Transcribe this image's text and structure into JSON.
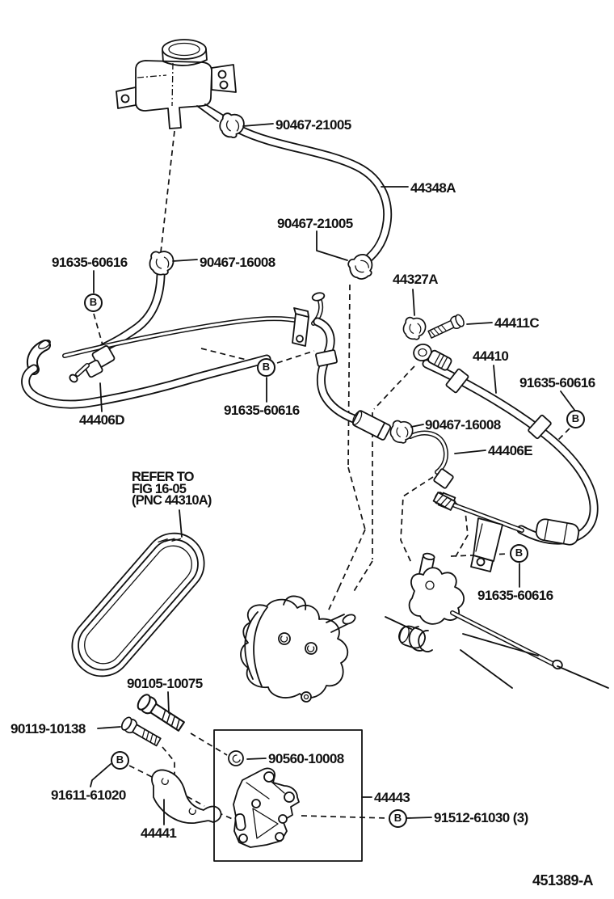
{
  "page": {
    "background": "#ffffff",
    "line_color": "#111111"
  },
  "figure": {
    "code": "451389-A"
  },
  "note": {
    "line1": "REFER TO",
    "line2": "FIG 16-05",
    "line3": "(PNC 44310A)"
  },
  "labels": {
    "clamp_top": "90467-21005",
    "hose_44348a": "44348A",
    "clamp_mid": "90467-21005",
    "bolt_91635_left": "91635-60616",
    "clamp_16008_top": "90467-16008",
    "clamp_44327a": "44327A",
    "union_44411c": "44411C",
    "hose_44410": "44410",
    "bolt_91635_right": "91635-60616",
    "clamp_16008_mid": "90467-16008",
    "tube_44406e": "44406E",
    "bolt_91635_mid": "91635-60616",
    "hose_44406d": "44406D",
    "bolt_91635_low": "91635-60616",
    "bolt_90105": "90105-10075",
    "bolt_90119": "90119-10138",
    "stay_91611": "91611-61020",
    "bracket_44441": "44441",
    "nut_90560": "90560-10008",
    "bracket_44443": "44443",
    "bolt_91512": "91512-61030 (3)"
  },
  "callouts": {
    "b1": "B",
    "b2": "B",
    "b3": "B",
    "b4": "B",
    "b5": "B",
    "b6": "B"
  }
}
